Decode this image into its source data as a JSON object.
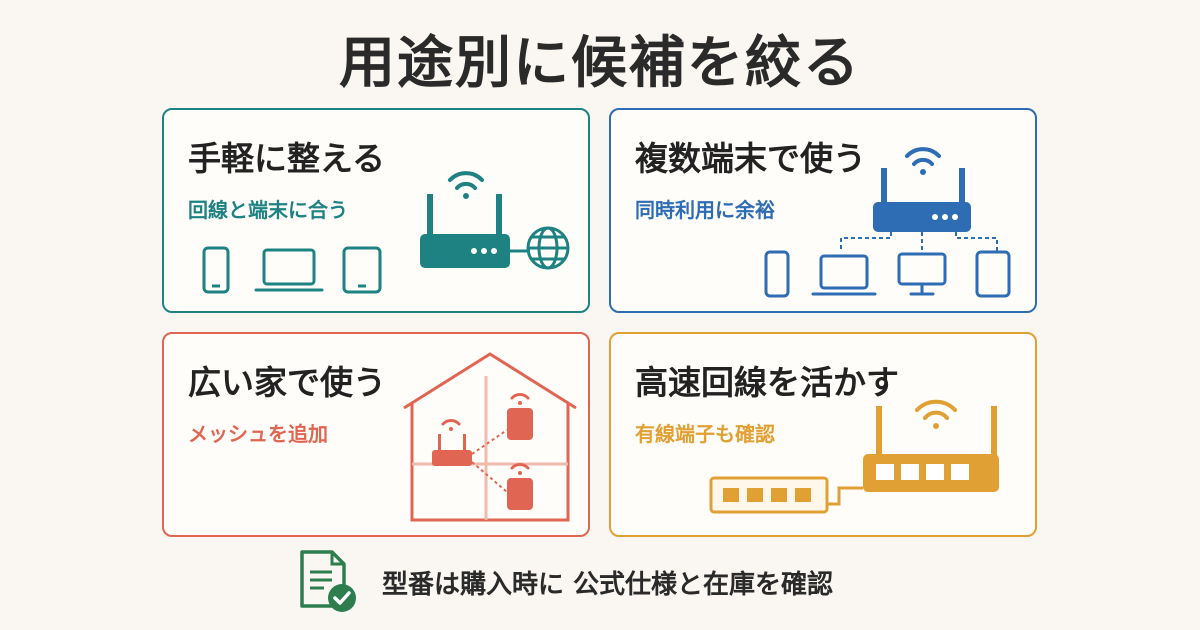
{
  "title": "用途別に候補を絞る",
  "cards": [
    {
      "heading": "手軽に整える",
      "subtitle": "回線と端末に合う",
      "color": "#1e8282"
    },
    {
      "heading": "複数端末で使う",
      "subtitle": "同時利用に余裕",
      "color": "#2e6cb4"
    },
    {
      "heading": "広い家で使う",
      "subtitle": "メッシュを追加",
      "color": "#e06552"
    },
    {
      "heading": "高速回線を活かす",
      "subtitle": "有線端子も確認",
      "color": "#e0a033"
    }
  ],
  "footer": {
    "text": "型番は購入時に 公式仕様と在庫を確認"
  }
}
